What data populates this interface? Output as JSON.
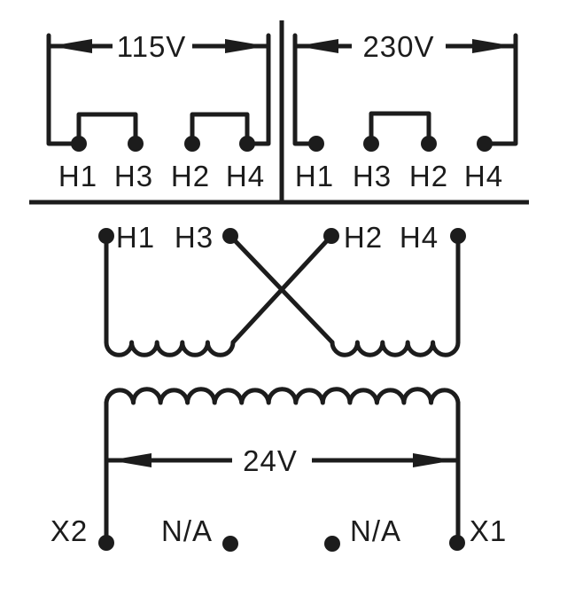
{
  "colors": {
    "background": "#ffffff",
    "line": "#1c1c1c"
  },
  "top_left_connection": {
    "voltage": "115V",
    "terminals": [
      "H1",
      "H3",
      "H2",
      "H4"
    ]
  },
  "top_right_connection": {
    "voltage": "230V",
    "terminals": [
      "H1",
      "H3",
      "H2",
      "H4"
    ]
  },
  "primary_windings": {
    "terminals": [
      "H1",
      "H3",
      "H2",
      "H4"
    ]
  },
  "secondary_winding": {
    "voltage": "24V",
    "terminals": [
      "X2",
      "N/A",
      "N/A",
      "X1"
    ]
  }
}
